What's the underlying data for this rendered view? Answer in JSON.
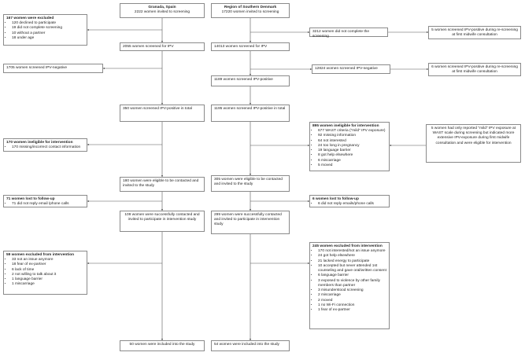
{
  "granada_header": {
    "title": "Granada, Spain",
    "text": "2222 women invited to screening"
  },
  "denmark_header": {
    "title": "Region of Southern Denmark",
    "text": "17220 women invited to screening"
  },
  "g_excluded": {
    "title": "167 women were excluded",
    "items": [
      "120 declined to participate",
      "19 did not complete screening",
      "10 without a partner",
      "18 under age"
    ]
  },
  "d_not_completed": "3212 women did not complete the screening",
  "d_positive_rescreen1": "5 women screened IPV-positive during re-screening at first midwife consultation",
  "g_screened": "2055 women screened for IPV",
  "d_screened": "14013 women screened for IPV",
  "g_negative": "1705 women screened IPV-negative",
  "d_negative": "12824 women screened IPV-negative",
  "d_positive_rescreen2": "6 women screened IPV-positive during re-screening at first midwife consultation",
  "d_positive": "1189 women screened IPV-positive",
  "g_positive_total": "350 women screened IPV-positive in total",
  "d_positive_total": "1195 women screened IPV-positive in total",
  "d_ineligible": {
    "title": "895 women ineligible for intervention",
    "items": [
      "677 WAST criteria (\"mild\" IPV exposure)",
      "92 missing information",
      "64 not interested",
      "24 too long in pregnancy",
      "19 language barrier",
      "8 got help elsewhere",
      "6 miscarriage",
      "5 moved"
    ]
  },
  "d_mild_note": "5 women had only reported \"mild\" IPV exposure at WAST scale during screening but indicated more extensive IPV-exposure during first midwife consultation and were eligible for intervention",
  "g_ineligible": {
    "title": "170 women ineligible for intervention",
    "items": [
      "170 missing/incorrect contact information"
    ]
  },
  "g_eligible": "180 women were eligible to be contacted and invited to the study",
  "d_eligible": "305 women were eligible to be contacted and invited to the study",
  "g_lost": {
    "title": "71 women lost to follow-up",
    "items": [
      "71 did not reply email /phone calls"
    ]
  },
  "d_lost": {
    "title": "6 women lost to follow-up",
    "items": [
      "6 did not reply emails/phone calls"
    ]
  },
  "g_contacted": "109 women were successfully contacted and invited to participate in intervention study",
  "d_contacted": "299 women were successfully contacted and invited to participate in intervention study",
  "d_excluded": {
    "title": "245 women excluded from intervention",
    "items": [
      "170 not interested/not an issue anymore",
      "24 got help elsewhere",
      "21 lacked energy to participate",
      "10 accepted but never attended 1st counseling and gave oral/written consent",
      "6 language barrier",
      "3 exposed to violence by other family members than partner",
      "3 misunderstood screening",
      "2 miscarriage",
      "2 moved",
      "1 no Wi-Fi connection",
      "1 fear of ex-partner"
    ]
  },
  "g_excluded2": {
    "title": "59 women excluded from intervention",
    "items": [
      "33 not an issue anymore",
      "18 fear of ex-partner",
      "6 lack of time",
      "2 not willing to talk about it",
      "1 language barrier",
      "1 miscarriage"
    ]
  },
  "g_included": "50 women were included into the study",
  "d_included": "54 women were included into the study"
}
